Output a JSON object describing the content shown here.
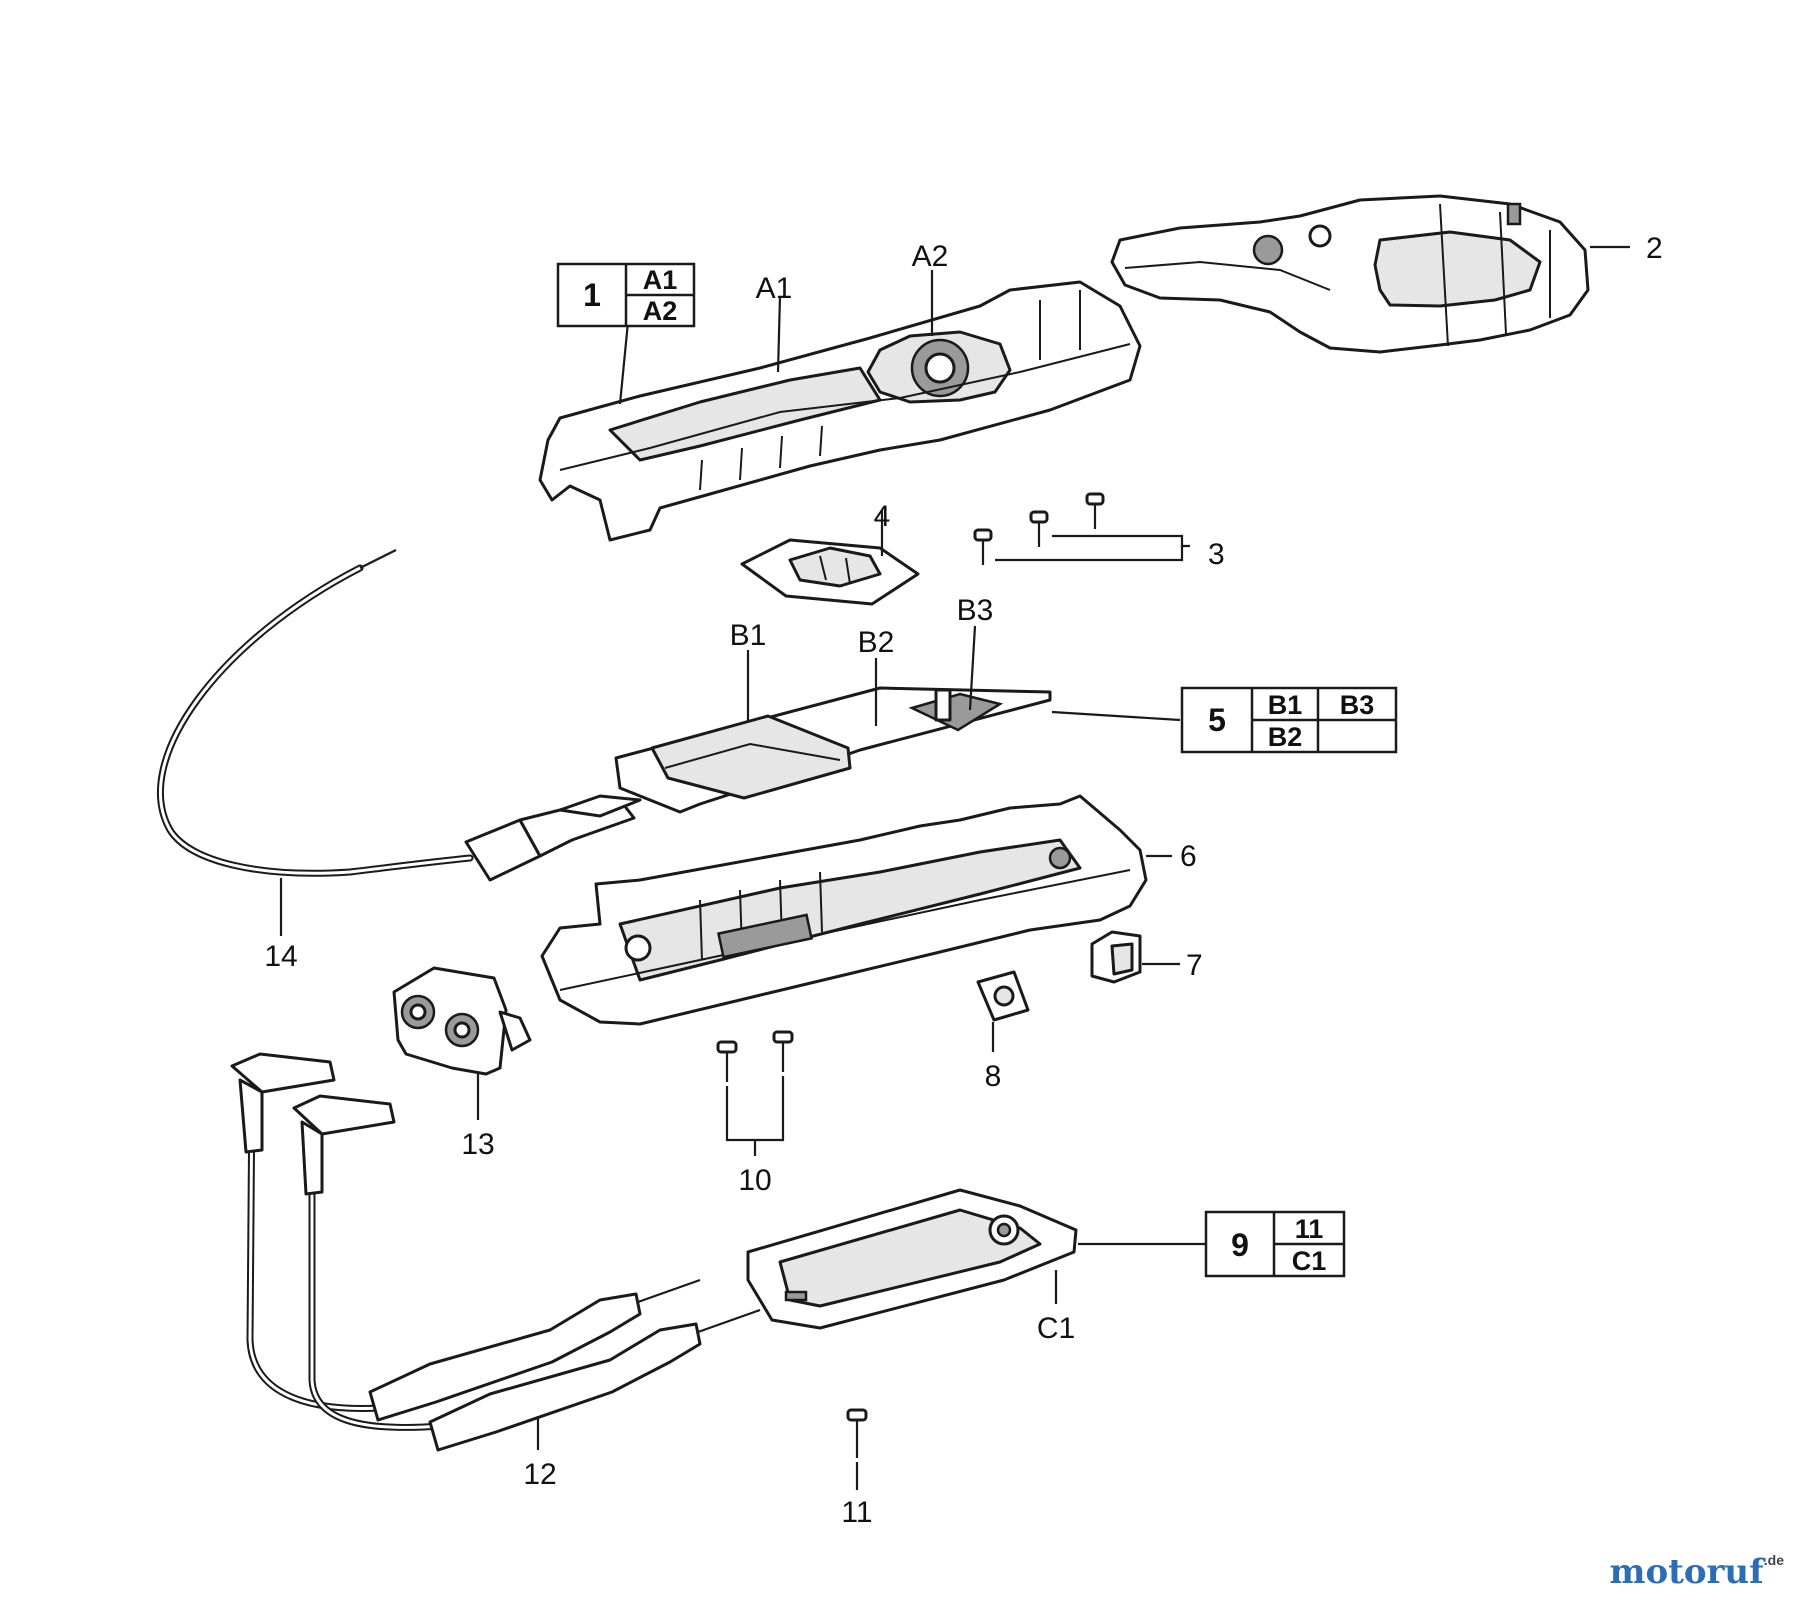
{
  "callouts": {
    "c1": "1",
    "c2": "2",
    "c3": "3",
    "c4": "4",
    "c5": "5",
    "c6": "6",
    "c7": "7",
    "c8": "8",
    "c9": "9",
    "c10": "10",
    "c11": "11",
    "c12": "12",
    "c13": "13",
    "c14": "14",
    "a1": "A1",
    "a2": "A2",
    "b1": "B1",
    "b2": "B2",
    "b3": "B3",
    "cc1": "C1"
  },
  "assembly_boxes": {
    "box1": {
      "number": "1",
      "row1": "A1",
      "row2": "A2"
    },
    "box5": {
      "number": "5",
      "row1_left": "B1",
      "row1_right": "B3",
      "row2_left": "B2",
      "row2_right": ""
    },
    "box9": {
      "number": "9",
      "row1": "11",
      "row2": "C1"
    }
  },
  "watermark": {
    "main": "motoruf",
    "suffix": ".de"
  }
}
